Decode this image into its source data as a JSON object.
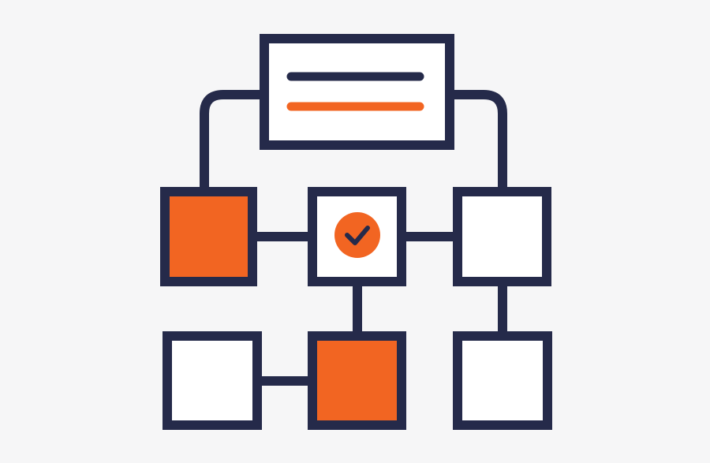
{
  "diagram": {
    "icon": "flowchart-icon",
    "colors": {
      "background": "#f6f6f7",
      "outline": "#252a4a",
      "accent": "#f26522",
      "fill_light": "#ffffff"
    },
    "header_card": {
      "icon": "document-lines-icon",
      "line_colors": [
        "#252a4a",
        "#f26522"
      ]
    },
    "nodes": [
      {
        "id": "left-middle",
        "state": "filled"
      },
      {
        "id": "center-middle",
        "state": "checked",
        "icon": "checkmark-icon"
      },
      {
        "id": "right-middle",
        "state": "empty"
      },
      {
        "id": "left-bottom",
        "state": "empty"
      },
      {
        "id": "center-bottom",
        "state": "filled"
      },
      {
        "id": "right-bottom",
        "state": "empty"
      }
    ]
  }
}
